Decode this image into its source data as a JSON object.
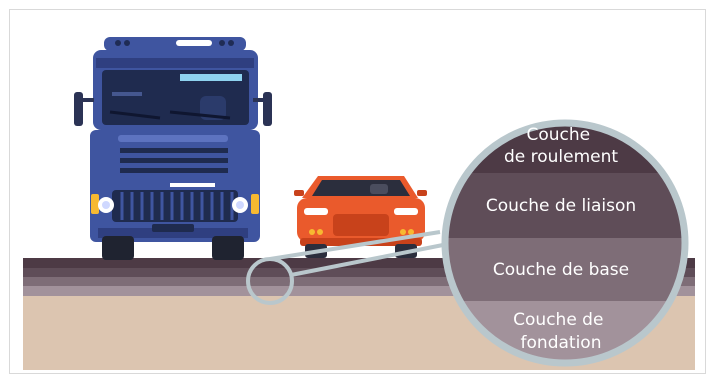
{
  "layers": [
    {
      "id": "roulement",
      "label_line1": "Couche",
      "label_line2": "de roulement",
      "color": "#4d3a45"
    },
    {
      "id": "liaison",
      "label_line1": "Couche de liaison",
      "label_line2": "",
      "color": "#5f4d58"
    },
    {
      "id": "base",
      "label_line1": "Couche de base",
      "label_line2": "",
      "color": "#7e6d77"
    },
    {
      "id": "fondation",
      "label_line1": "Couche de",
      "label_line2": "fondation",
      "color": "#a2929b"
    }
  ],
  "colors": {
    "ground": "#dcc5b0",
    "truck_body": "#3f55a0",
    "car_body": "#ea5a2c",
    "magnifier_ring": "#b9c7cc"
  },
  "icons": {
    "truck": "truck-icon",
    "car": "car-icon",
    "magnifier": "magnifier-icon"
  }
}
